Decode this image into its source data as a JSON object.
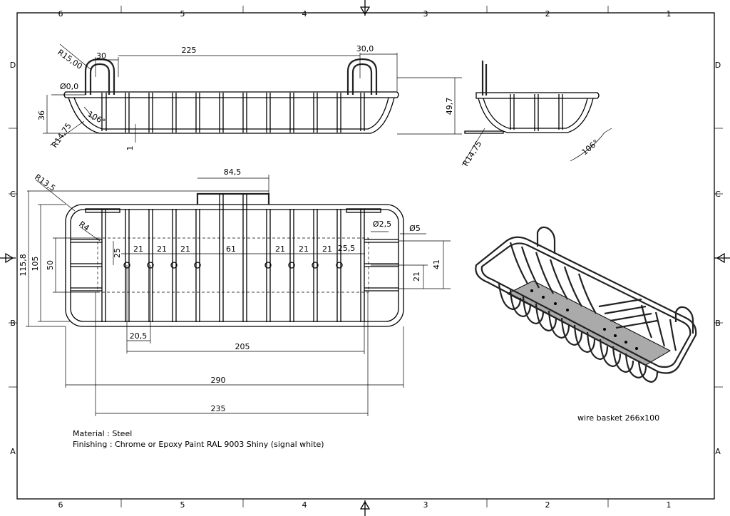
{
  "frame": {
    "columns": [
      "6",
      "5",
      "4",
      "3",
      "2",
      "1"
    ],
    "rows": [
      "D",
      "C",
      "B",
      "A"
    ]
  },
  "front_view": {
    "dims": {
      "r15": "R15,00",
      "top_30": "30",
      "top_225": "225",
      "top_30_0": "30,0",
      "dia0": "Ø0,0",
      "angle": "106°",
      "h36": "36",
      "r1475": "R14,75",
      "v1": "1",
      "h49_7": "49,7"
    }
  },
  "side_view": {
    "dims": {
      "r1475": "R14,75",
      "angle": "106°"
    }
  },
  "top_view": {
    "dims": {
      "d84_5": "84,5",
      "r13_5": "R13,5",
      "r4": "R4",
      "d2_5": "Ø2,5",
      "d5": "Ø5",
      "v25": "25",
      "s21a": "21",
      "s21b": "21",
      "s21c": "21",
      "s61": "61",
      "s21d": "21",
      "s21e": "21",
      "s21f": "21",
      "s25_5": "25,5",
      "h115_8": "115,8",
      "h105": "105",
      "h50": "50",
      "h41": "41",
      "h21": "21",
      "w20_5": "20,5",
      "w205": "205",
      "w290": "290",
      "w235": "235"
    }
  },
  "iso_label": "wire basket 266x100",
  "notes": {
    "material": "Material : Steel",
    "finishing": "Finishing : Chrome or Epoxy Paint RAL 9003 Shiny (signal white)"
  }
}
